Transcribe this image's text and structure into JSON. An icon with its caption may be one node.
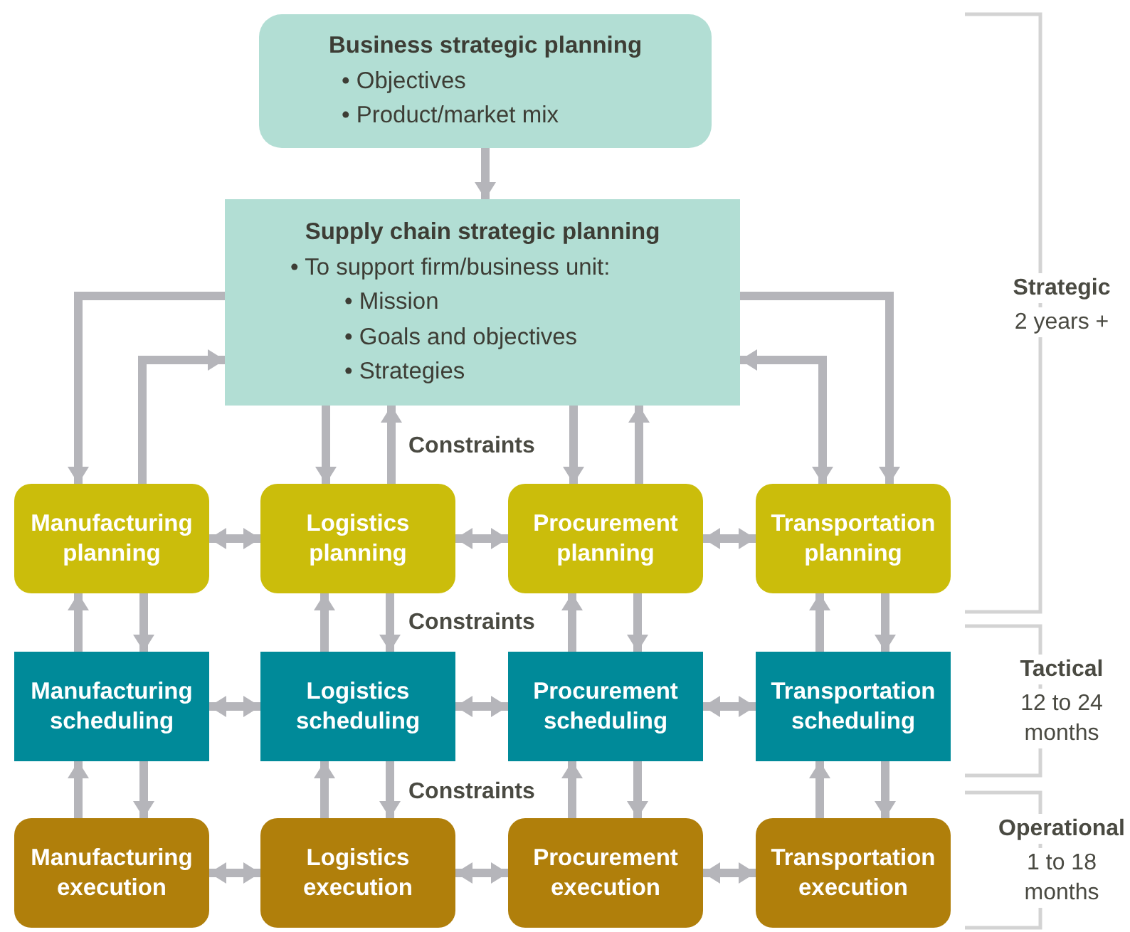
{
  "diagram": {
    "nodes": [
      {
        "text": [
          "Business strategic planning",
          "• Objectives",
          "• Product/market mix"
        ]
      },
      {
        "text": [
          "Supply chain strategic planning",
          "• To support firm/business unit:",
          "• Mission",
          "• Goals and objectives",
          "• Strategies"
        ]
      },
      {
        "text": [
          "Manufacturing planning"
        ]
      },
      {
        "text": [
          "Logistics planning"
        ]
      },
      {
        "text": [
          "Procurement planning"
        ]
      },
      {
        "text": [
          "Transportation planning"
        ]
      },
      {
        "text": [
          "Manufacturing scheduling"
        ]
      },
      {
        "text": [
          "Logistics scheduling"
        ]
      },
      {
        "text": [
          "Procurement scheduling"
        ]
      },
      {
        "text": [
          "Transportation scheduling"
        ]
      },
      {
        "text": [
          "Manufacturing execution"
        ]
      },
      {
        "text": [
          "Logistics execution"
        ]
      },
      {
        "text": [
          "Procurement execution"
        ]
      },
      {
        "text": [
          "Transportation execution"
        ]
      }
    ],
    "edges": [
      {
        "from": 0,
        "to": 1,
        "arrow": "to"
      },
      {
        "from": 1,
        "to": 2,
        "arrow": "to"
      },
      {
        "from": 2,
        "to": 1,
        "arrow": "to"
      },
      {
        "from": 1,
        "to": 3,
        "arrow": "to"
      },
      {
        "from": 3,
        "to": 1,
        "arrow": "to"
      },
      {
        "from": 1,
        "to": 4,
        "arrow": "to"
      },
      {
        "from": 4,
        "to": 1,
        "arrow": "to"
      },
      {
        "from": 1,
        "to": 5,
        "arrow": "to"
      },
      {
        "from": 5,
        "to": 1,
        "arrow": "both"
      },
      {
        "from": 2,
        "to": 3,
        "arrow": "both"
      },
      {
        "from": 3,
        "to": 4,
        "arrow": "both"
      },
      {
        "from": 4,
        "to": 5,
        "arrow": "both"
      },
      {
        "from": 6,
        "to": 2,
        "arrow": "to"
      },
      {
        "from": 2,
        "to": 6,
        "arrow": "to"
      },
      {
        "from": 7,
        "to": 3,
        "arrow": "to"
      },
      {
        "from": 3,
        "to": 7,
        "arrow": "to"
      },
      {
        "from": 8,
        "to": 4,
        "arrow": "to"
      },
      {
        "from": 4,
        "to": 8,
        "arrow": "to"
      },
      {
        "from": 9,
        "to": 5,
        "arrow": "to"
      },
      {
        "from": 5,
        "to": 9,
        "arrow": "to"
      },
      {
        "from": 6,
        "to": 7,
        "arrow": "both"
      },
      {
        "from": 7,
        "to": 8,
        "arrow": "both"
      },
      {
        "from": 8,
        "to": 9,
        "arrow": "both"
      },
      {
        "from": 10,
        "to": 6,
        "arrow": "to"
      },
      {
        "from": 6,
        "to": 10,
        "arrow": "to"
      },
      {
        "from": 11,
        "to": 7,
        "arrow": "to"
      },
      {
        "from": 7,
        "to": 11,
        "arrow": "to"
      },
      {
        "from": 12,
        "to": 8,
        "arrow": "to"
      },
      {
        "from": 8,
        "to": 12,
        "arrow": "to"
      },
      {
        "from": 13,
        "to": 9,
        "arrow": "to"
      },
      {
        "from": 9,
        "to": 13,
        "arrow": "to"
      },
      {
        "from": 10,
        "to": 11,
        "arrow": "both"
      },
      {
        "from": 11,
        "to": 12,
        "arrow": "both"
      },
      {
        "from": 12,
        "to": 13,
        "arrow": "both"
      }
    ],
    "labels": [
      "Strategic",
      "2 years +",
      "Constraints",
      "Constraints",
      "Tactical",
      "12 to 24 months",
      "Constraints",
      "Operational",
      "1 to 18 months"
    ]
  }
}
